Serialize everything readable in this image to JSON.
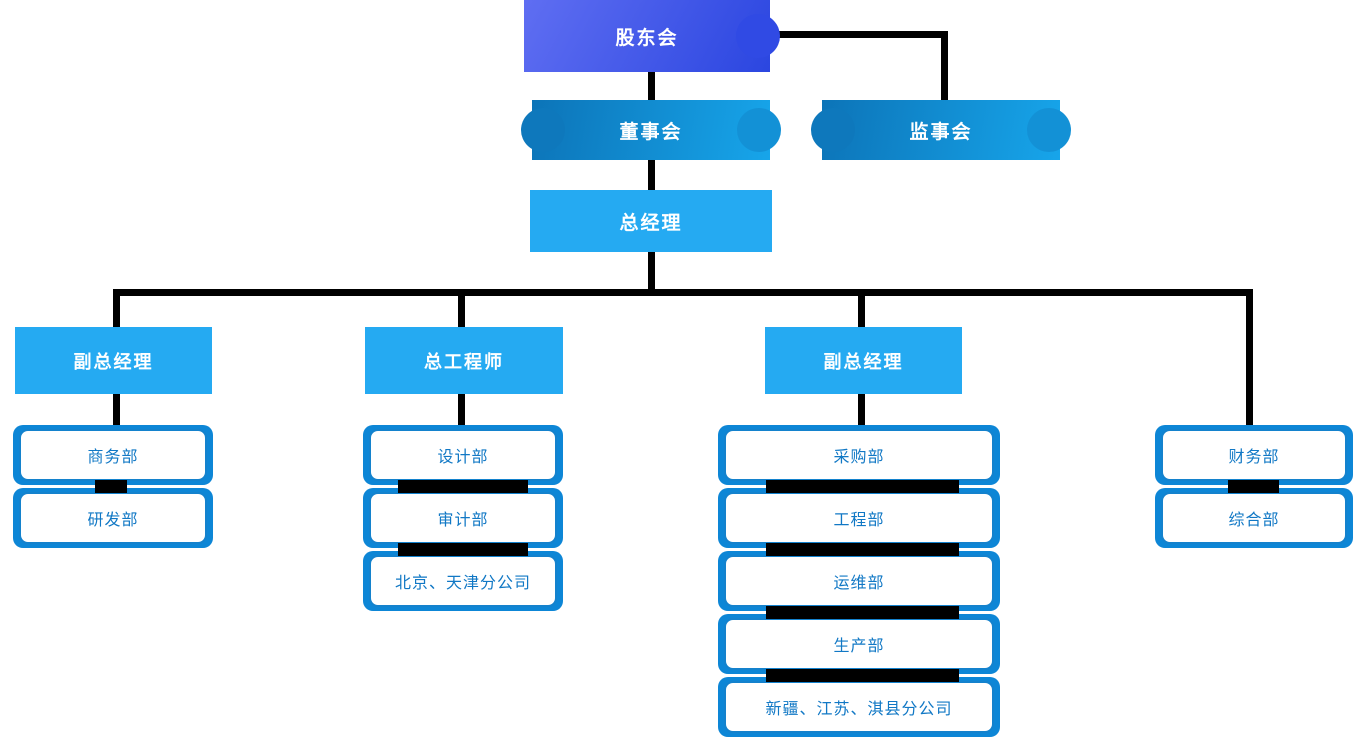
{
  "org": {
    "shareholders": "股东会",
    "board": "董事会",
    "supervisors": "监事会",
    "general_manager": "总经理",
    "executives": [
      {
        "label": "副总经理"
      },
      {
        "label": "总工程师"
      },
      {
        "label": "副总经理"
      }
    ],
    "columns": [
      {
        "parent": "副总经理",
        "items": [
          "商务部",
          "研发部"
        ]
      },
      {
        "parent": "总工程师",
        "items": [
          "设计部",
          "审计部",
          "北京、天津分公司"
        ]
      },
      {
        "parent": "副总经理",
        "items": [
          "采购部",
          "工程部",
          "运维部",
          "生产部",
          "新疆、江苏、淇县分公司"
        ]
      },
      {
        "parent": "总经理",
        "items": [
          "财务部",
          "综合部"
        ]
      }
    ]
  },
  "colors": {
    "level1_gradient_start": "#5f6ef2",
    "level1_gradient_end": "#2b46e0",
    "level2_gradient_start": "#0c74b8",
    "level2_gradient_end": "#17a5ea",
    "level3_fill": "#25aaf2",
    "department_accent": "#0d86d6",
    "department_border": "#1482cd",
    "department_text": "#1178c5",
    "connector": "#000000",
    "node_text": "#ffffff"
  }
}
